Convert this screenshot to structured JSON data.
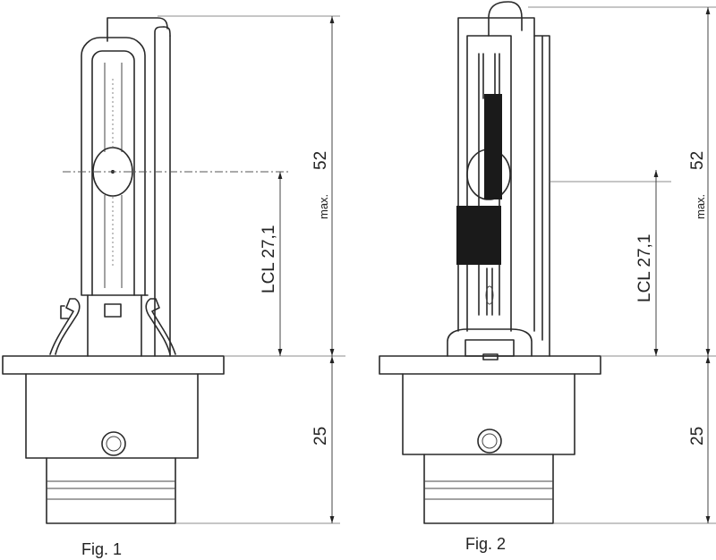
{
  "figures": [
    {
      "caption": "Fig. 1",
      "dimensions": {
        "overall_height": "52",
        "overall_height_prefix": "max.",
        "light_center_length": "LCL  27,1",
        "base_height": "25"
      }
    },
    {
      "caption": "Fig. 2",
      "dimensions": {
        "overall_height": "52",
        "overall_height_prefix": "max.",
        "light_center_length": "LCL  27,1",
        "base_height": "25"
      }
    }
  ],
  "colors": {
    "line": "#2a2a2a",
    "fill_dark": "#1a1a1a",
    "background": "#ffffff"
  }
}
